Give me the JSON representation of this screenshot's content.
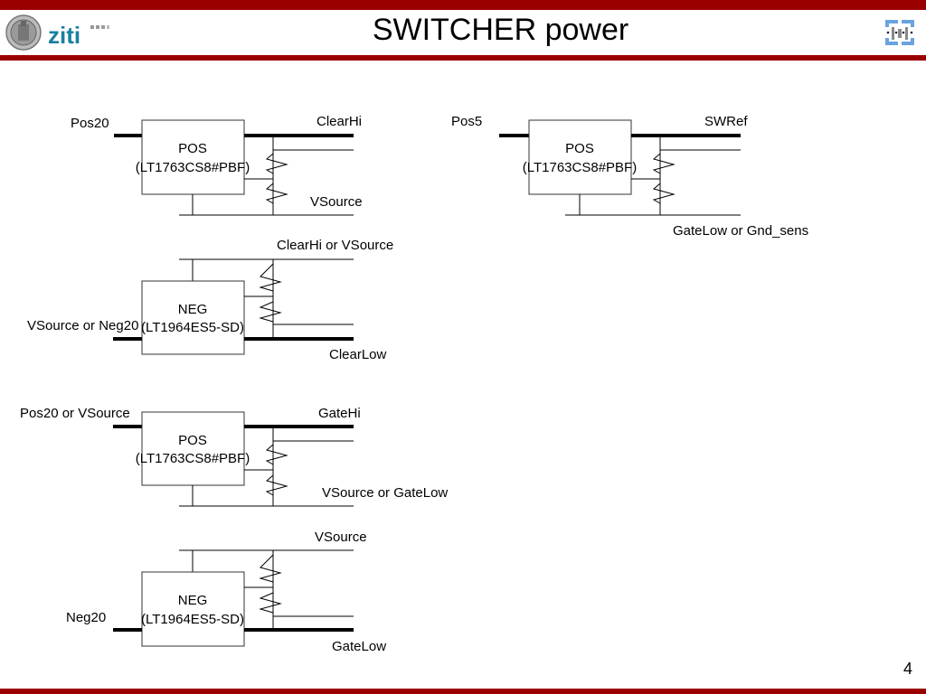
{
  "header": {
    "title": "SWITCHER power",
    "brand_left": "ziti",
    "logo_left_icon": "university-seal-icon",
    "logo_right_icon": "institute-logo-icon"
  },
  "footer": {
    "page_number": "4"
  },
  "circuits": [
    {
      "type": "POS",
      "part": "(LT1763CS8#PBF)",
      "input_label": "Pos20",
      "output_label": "ClearHi",
      "ref_label": "VSource"
    },
    {
      "type": "POS",
      "part": "(LT1763CS8#PBF)",
      "input_label": "Pos5",
      "output_label": "SWRef",
      "ref_label": "GateLow or Gnd_sens"
    },
    {
      "type": "NEG",
      "part": "(LT1964ES5-SD)",
      "input_label": "VSource or Neg20",
      "output_label": "ClearLow",
      "ref_label": "ClearHi or VSource"
    },
    {
      "type": "POS",
      "part": "(LT1763CS8#PBF)",
      "input_label": "Pos20 or VSource",
      "output_label": "GateHi",
      "ref_label": "VSource or GateLow"
    },
    {
      "type": "NEG",
      "part": "(LT1964ES5-SD)",
      "input_label": "Neg20",
      "output_label": "GateLow",
      "ref_label": "VSource"
    }
  ]
}
